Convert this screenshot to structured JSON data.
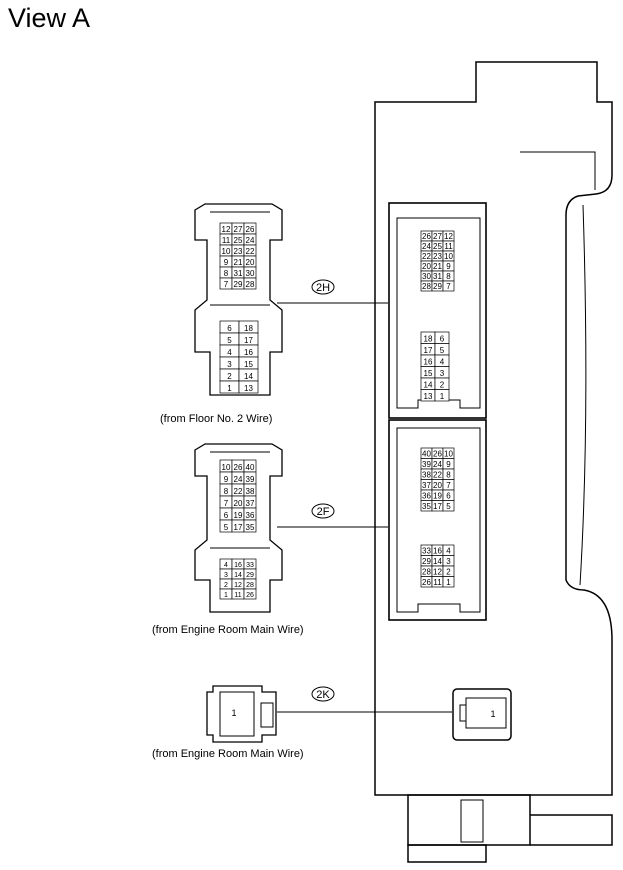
{
  "view_title": "View A",
  "connectors": [
    {
      "id": "2H",
      "caption": "(from Floor No. 2 Wire)",
      "left_upper_rows": [
        [
          "12",
          "27",
          "26"
        ],
        [
          "11",
          "25",
          "24"
        ],
        [
          "10",
          "23",
          "22"
        ],
        [
          "9",
          "21",
          "20"
        ],
        [
          "8",
          "31",
          "30"
        ],
        [
          "7",
          "29",
          "28"
        ]
      ],
      "left_lower_rows": [
        [
          "6",
          "18"
        ],
        [
          "5",
          "17"
        ],
        [
          "4",
          "16"
        ],
        [
          "3",
          "15"
        ],
        [
          "2",
          "14"
        ],
        [
          "1",
          "13"
        ]
      ],
      "right_upper_rows": [
        [
          "26",
          "27",
          "12"
        ],
        [
          "24",
          "25",
          "11"
        ],
        [
          "22",
          "23",
          "10"
        ],
        [
          "20",
          "21",
          "9"
        ],
        [
          "30",
          "31",
          "8"
        ],
        [
          "28",
          "29",
          "7"
        ]
      ],
      "right_lower_rows": [
        [
          "18",
          "6"
        ],
        [
          "17",
          "5"
        ],
        [
          "16",
          "4"
        ],
        [
          "15",
          "3"
        ],
        [
          "14",
          "2"
        ],
        [
          "13",
          "1"
        ]
      ]
    },
    {
      "id": "2F",
      "caption": "(from Engine Room Main Wire)",
      "left_upper_rows": [
        [
          "10",
          "26",
          "40"
        ],
        [
          "9",
          "24",
          "39"
        ],
        [
          "8",
          "22",
          "38"
        ],
        [
          "7",
          "20",
          "37"
        ],
        [
          "6",
          "19",
          "36"
        ],
        [
          "5",
          "17",
          "35"
        ]
      ],
      "left_lower_rows": [
        [
          "4",
          "16",
          "33"
        ],
        [
          "3",
          "14",
          "29"
        ],
        [
          "2",
          "12",
          "28"
        ],
        [
          "1",
          "11",
          "26"
        ]
      ],
      "right_upper_rows": [
        [
          "40",
          "26",
          "10"
        ],
        [
          "39",
          "24",
          "9"
        ],
        [
          "38",
          "22",
          "8"
        ],
        [
          "37",
          "20",
          "7"
        ],
        [
          "36",
          "19",
          "6"
        ],
        [
          "35",
          "17",
          "5"
        ]
      ],
      "right_lower_rows": [
        [
          "33",
          "16",
          "4"
        ],
        [
          "29",
          "14",
          "3"
        ],
        [
          "28",
          "12",
          "2"
        ],
        [
          "26",
          "11",
          "1"
        ]
      ]
    },
    {
      "id": "2K",
      "caption": "(from Engine Room Main Wire)",
      "pin": "1"
    }
  ]
}
